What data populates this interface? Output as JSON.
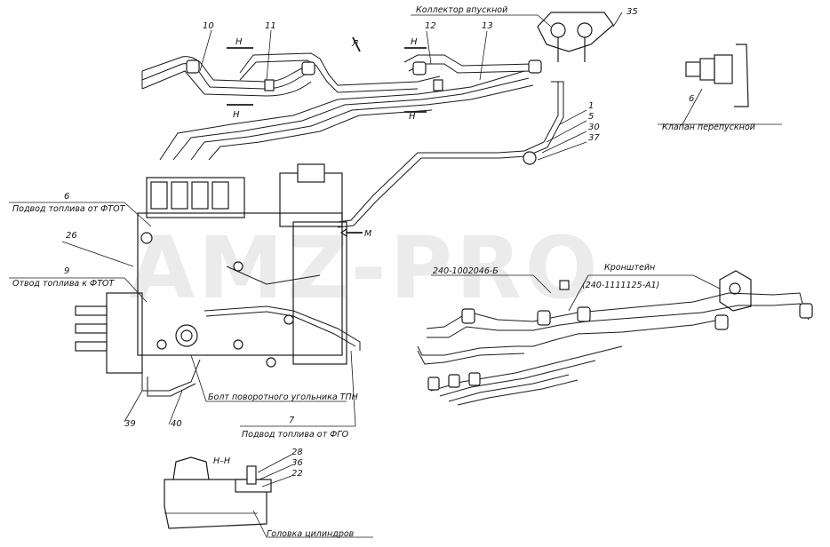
{
  "watermark": "AMZ-PRO",
  "labels": {
    "collector": "Коллектор впускной",
    "bypass_valve": "Клапан перепускной",
    "fuel_in_ftot": "Подвод топлива от ФТОТ",
    "fuel_out_ftot": "Отвод топлива к ФТОТ",
    "bolt": "Болт поворотного угольника ТПН",
    "fuel_in_fgo": "Подвод топлива от ФГО",
    "head": "Головка цилиндров",
    "part_no_1": "240-1002046-Б",
    "bracket": "Кронштейн",
    "part_no_2": "(240-1111125-А1)",
    "section_hh": "Н–Н",
    "view_m": "М",
    "view_l": "Л"
  },
  "callouts": {
    "n10": "10",
    "n11": "11",
    "n12": "12",
    "n13": "13",
    "n1": "1",
    "n5": "5",
    "n30": "30",
    "n37": "37",
    "n6a": "6",
    "n6b": "6",
    "n26": "26",
    "n9": "9",
    "n7": "7",
    "n39": "39",
    "n40": "40",
    "n28": "28",
    "n36": "36",
    "n22": "22",
    "n3x": "35"
  },
  "section_marks": {
    "h1": "Н",
    "h2": "Н",
    "h3": "Н",
    "h4": "Н"
  }
}
